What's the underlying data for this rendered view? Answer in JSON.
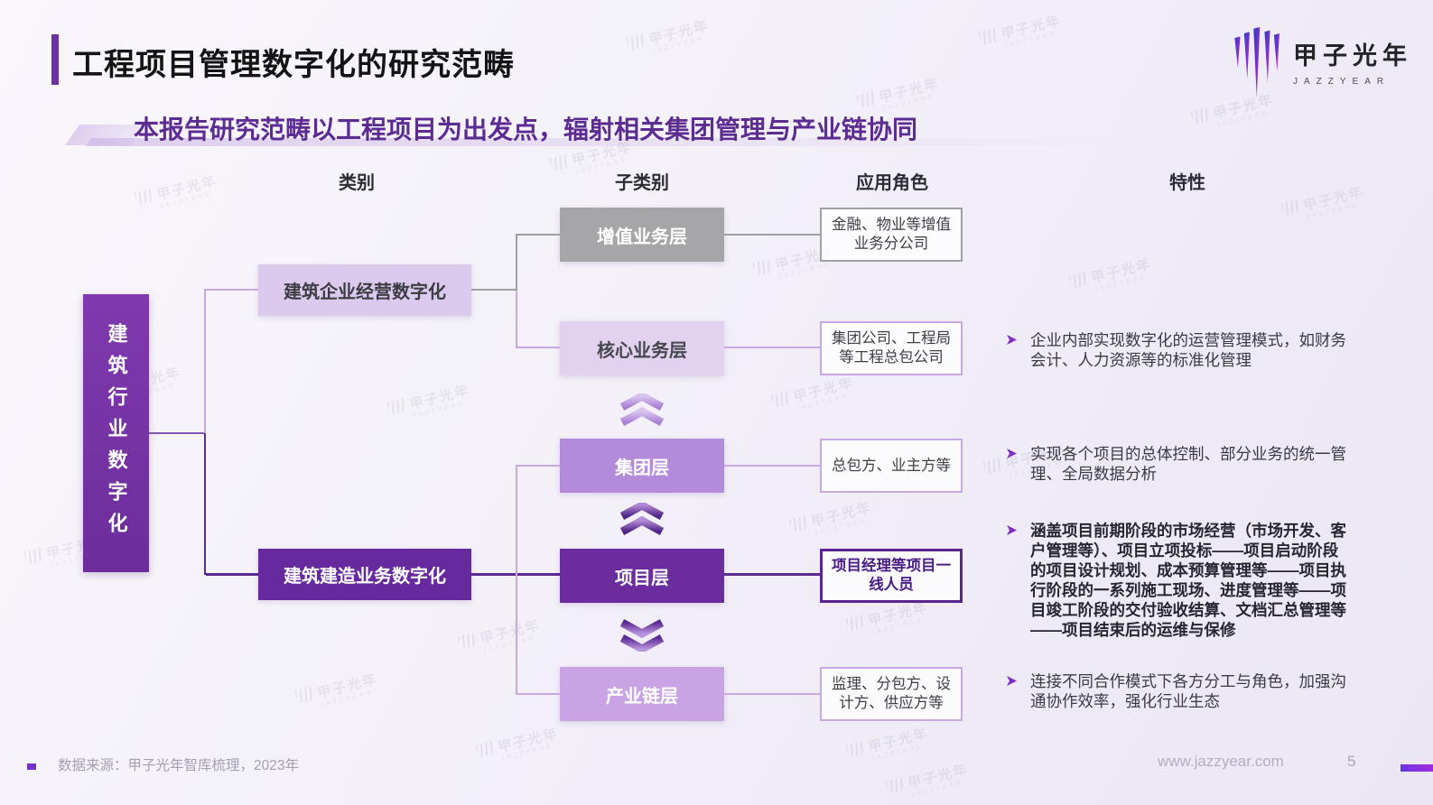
{
  "title": {
    "text": "工程项目管理数字化的研究范畴"
  },
  "logo": {
    "name": "甲子光年",
    "sub": "JAZZYEAR"
  },
  "subtitle": "本报告研究范畴以工程项目为出发点，辐射相关集团管理与产业链协同",
  "columns": {
    "category": "类别",
    "subcategory": "子类别",
    "role": "应用角色",
    "feature": "特性"
  },
  "root_label": "建筑行业数字化",
  "categories": [
    {
      "label": "建筑企业经营数字化"
    },
    {
      "label": "建筑建造业务数字化"
    }
  ],
  "layers": [
    {
      "label": "增值业务层",
      "role": "金融、物业等增值业务分公司"
    },
    {
      "label": "核心业务层",
      "role": "集团公司、工程局等工程总包公司"
    },
    {
      "label": "集团层",
      "role": "总包方、业主方等"
    },
    {
      "label": "项目层",
      "role": "项目经理等项目一线人员"
    },
    {
      "label": "产业链层",
      "role": "监理、分包方、设计方、供应方等"
    }
  ],
  "features": {
    "items": [
      {
        "text": "企业内部实现数字化的运营管理模式，如财务会计、人力资源等的标准化管理",
        "bold": false
      },
      {
        "text": "实现各个项目的总体控制、部分业务的统一管理、全局数据分析",
        "bold": false
      },
      {
        "text": "涵盖项目前期阶段的市场经营（市场开发、客户管理等）、项目立项投标——项目启动阶段的项目设计规划、成本预算管理等——项目执行阶段的一系列施工现场、进度管理等——项目竣工阶段的交付验收结算、文档汇总管理等——项目结束后的运维与保修",
        "bold": true
      },
      {
        "text": "连接不同合作模式下各方分工与角色，加强沟通协作效率，强化行业生态",
        "bold": false
      }
    ]
  },
  "footer": {
    "source": "数据来源：甲子光年智库梳理，2023年",
    "site": "www.jazzyear.com",
    "page": "5"
  },
  "watermark": "甲子光年",
  "colors": {
    "accent_purple": "#7030a0",
    "dark_purple": "#5b2b90",
    "medium_purple": "#b28cdb",
    "light_purple_fill": "#dccaee",
    "light_purple_line": "#c9a8e2",
    "gray_fill": "#a6a5a8",
    "gray_line": "#9fa0a4",
    "subtitle_purple": "#5c2c92",
    "logo_gradient": [
      "#2d3fc0",
      "#d428e8"
    ]
  }
}
